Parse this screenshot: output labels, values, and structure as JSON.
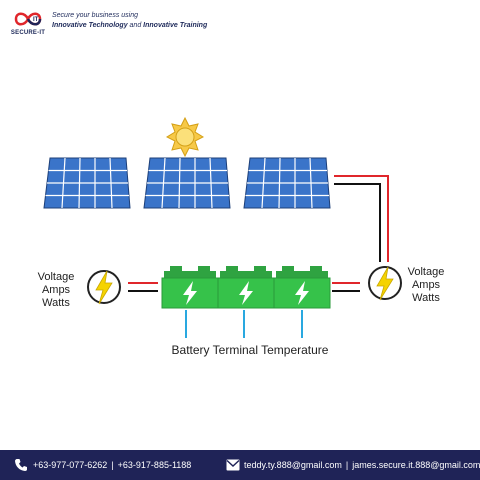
{
  "brand": {
    "logo_text": "SECURE-IT",
    "tagline_line1": "Secure your business using",
    "tagline_bold1": "Innovative Technology",
    "tagline_and": " and ",
    "tagline_bold2": "Innovative Training",
    "colors": {
      "navy": "#1f2357",
      "red": "#e0262b"
    }
  },
  "diagram": {
    "left_meter_labels": [
      "Voltage",
      "Amps",
      "Watts"
    ],
    "right_meter_labels": [
      "Voltage",
      "Amps",
      "Watts"
    ],
    "bottom_label": "Battery Terminal Temperature",
    "icons": [
      "sun-icon",
      "solar-panel-icon",
      "battery-icon",
      "lightning-meter-icon"
    ],
    "colors": {
      "panel_blue": "#3a74c9",
      "battery_green": "#36c24a",
      "wire_red": "#e0262b",
      "wire_black": "#111111",
      "sensor_blue": "#29a8e0",
      "bolt_yellow": "#f5d300",
      "sun_yellow": "#f7c948"
    }
  },
  "footer": {
    "phone1": "+63-977-077-6262",
    "phone2": "+63-917-885-1188",
    "email1": "teddy.ty.888@gmail.com",
    "email2": "james.secure.it.888@gmail.com",
    "separator": "|"
  }
}
